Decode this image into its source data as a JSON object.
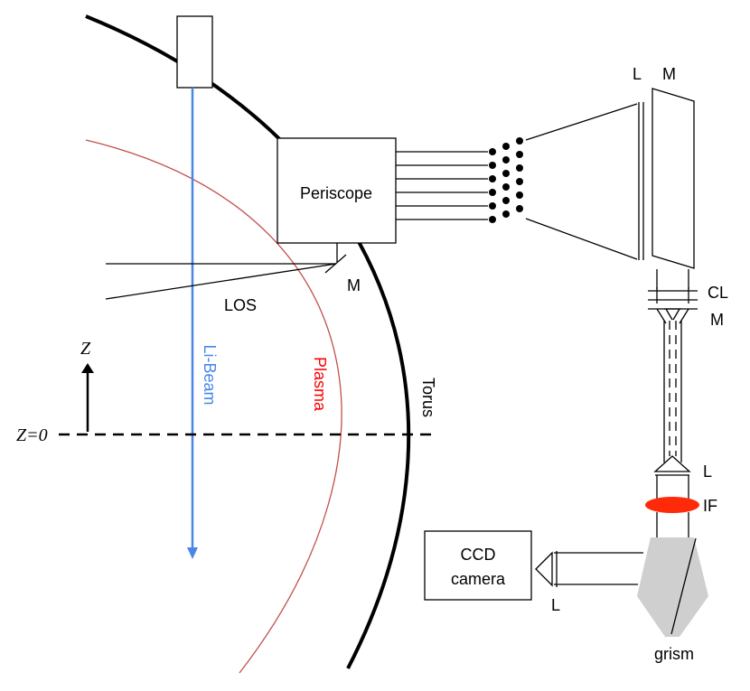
{
  "labels": {
    "periscope": "Periscope",
    "los": "LOS",
    "mirror_periscope": "M",
    "li_beam": "Li-Beam",
    "plasma": "Plasma",
    "torus": "Torus",
    "z_axis": "Z",
    "z_zero": "Z=0",
    "lens_top": "L",
    "mirror_top": "M",
    "cylindrical_lens": "CL",
    "mirror_mid": "M",
    "lens_filter": "L",
    "interference_filter": "IF",
    "ccd_line1": "CCD",
    "ccd_line2": "camera",
    "lens_ccd": "L",
    "grism": "grism"
  },
  "colors": {
    "li_beam": "#4a86e8",
    "plasma_arc": "#c0504d",
    "plasma_text": "#ff0000",
    "filter": "#ff2a0a",
    "grism_fill": "#cfcfcf",
    "stroke": "#000000"
  }
}
